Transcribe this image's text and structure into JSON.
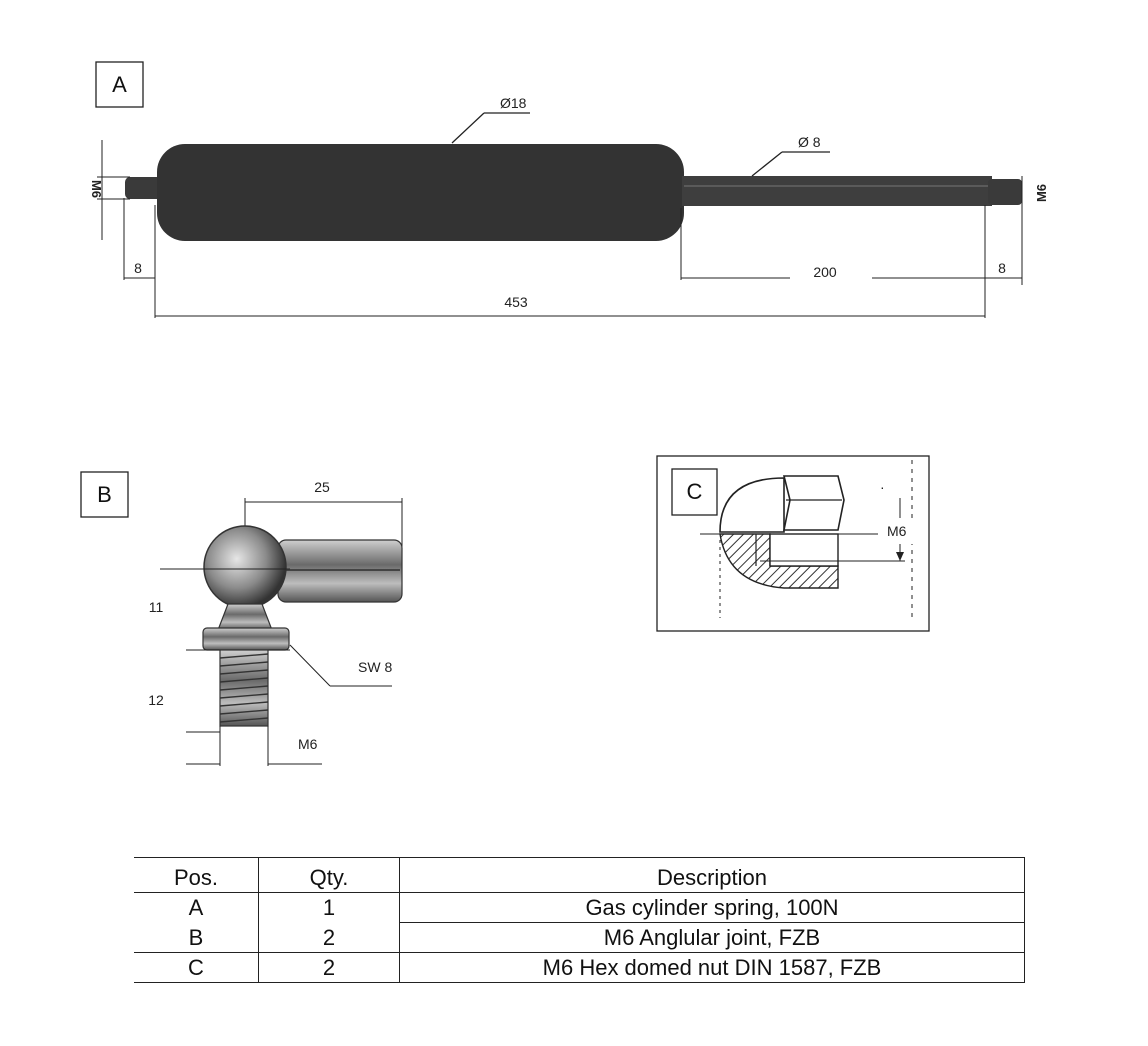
{
  "labels": {
    "a": "A",
    "b": "B",
    "c": "C"
  },
  "diagram_a": {
    "body_diameter": "Ø18",
    "rod_diameter": "Ø 8",
    "thread_left": "M6",
    "thread_right": "M6",
    "end_left": "8",
    "end_right": "8",
    "rod_length": "200",
    "total_length": "453"
  },
  "diagram_b": {
    "width": "25",
    "height_upper": "11",
    "height_lower": "12",
    "wrench_size": "SW 8",
    "thread": "M6"
  },
  "diagram_c": {
    "thread": "M6"
  },
  "table": {
    "headers": {
      "pos": "Pos.",
      "qty": "Qty.",
      "desc": "Description"
    },
    "rows": [
      {
        "pos": "A",
        "qty": "1",
        "desc": "Gas cylinder spring, 100N"
      },
      {
        "pos": "B",
        "qty": "2",
        "desc": "M6 Anglular joint, FZB"
      },
      {
        "pos": "C",
        "qty": "2",
        "desc": "M6 Hex domed nut DIN 1587, FZB"
      }
    ]
  },
  "colors": {
    "body": "#333333",
    "line": "#222222"
  }
}
